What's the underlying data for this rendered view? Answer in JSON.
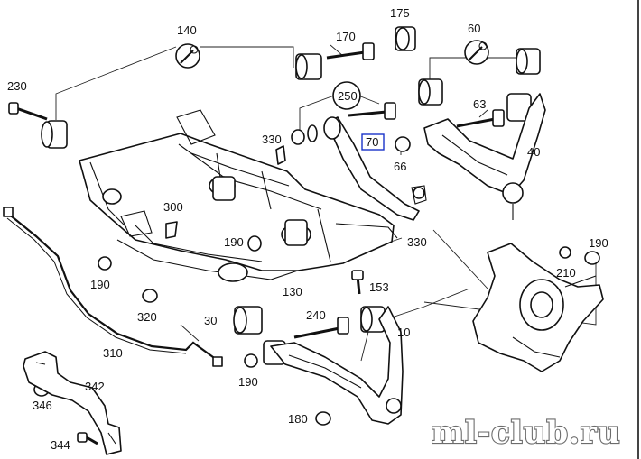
{
  "diagram": {
    "labels": [
      {
        "key": "140",
        "text": "140"
      },
      {
        "key": "175",
        "text": "175"
      },
      {
        "key": "170",
        "text": "170"
      },
      {
        "key": "60",
        "text": "60"
      },
      {
        "key": "230",
        "text": "230"
      },
      {
        "key": "250",
        "text": "250"
      },
      {
        "key": "330a",
        "text": "330"
      },
      {
        "key": "70",
        "text": "70"
      },
      {
        "key": "63",
        "text": "63"
      },
      {
        "key": "66",
        "text": "66"
      },
      {
        "key": "40",
        "text": "40"
      },
      {
        "key": "300",
        "text": "300"
      },
      {
        "key": "190a",
        "text": "190"
      },
      {
        "key": "330b",
        "text": "330"
      },
      {
        "key": "190b",
        "text": "190"
      },
      {
        "key": "190c",
        "text": "190"
      },
      {
        "key": "210",
        "text": "210"
      },
      {
        "key": "153",
        "text": "153"
      },
      {
        "key": "130",
        "text": "130"
      },
      {
        "key": "320",
        "text": "320"
      },
      {
        "key": "240",
        "text": "240"
      },
      {
        "key": "30",
        "text": "30"
      },
      {
        "key": "10",
        "text": "10"
      },
      {
        "key": "310",
        "text": "310"
      },
      {
        "key": "190d",
        "text": "190"
      },
      {
        "key": "342",
        "text": "342"
      },
      {
        "key": "346",
        "text": "346"
      },
      {
        "key": "180",
        "text": "180"
      },
      {
        "key": "344",
        "text": "344"
      }
    ],
    "highlighted_label": "70",
    "watermark": "ml-club.ru"
  }
}
